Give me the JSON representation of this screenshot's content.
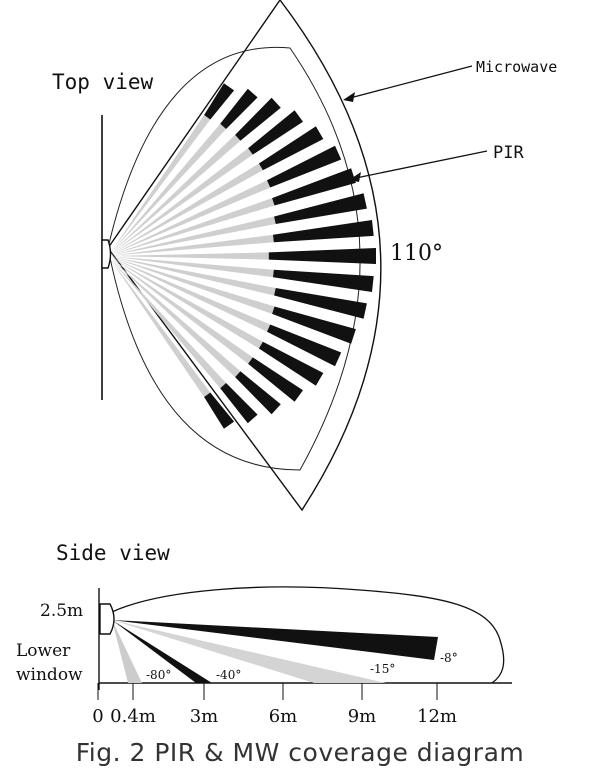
{
  "top_view": {
    "title": "Top view",
    "microwave_label": "Microwave",
    "pir_label": "PIR",
    "angle_label": "110°"
  },
  "side_view": {
    "title": "Side view",
    "height_label": "2.5m",
    "lower_window_label_1": "Lower",
    "lower_window_label_2": "window",
    "beams": [
      {
        "angle_label": "-8°",
        "tone": "black"
      },
      {
        "angle_label": "-15°",
        "tone": "gray"
      },
      {
        "angle_label": "-40°",
        "tone": "black"
      },
      {
        "angle_label": "-80°",
        "tone": "gray"
      }
    ],
    "distance_ticks": [
      "0",
      "0.4m",
      "3m",
      "6m",
      "9m",
      "12m"
    ]
  },
  "caption": "Fig. 2  PIR & MW coverage diagram",
  "colors": {
    "ink": "#111111",
    "gray": "#cccccc",
    "light": "#e6e6e6"
  }
}
